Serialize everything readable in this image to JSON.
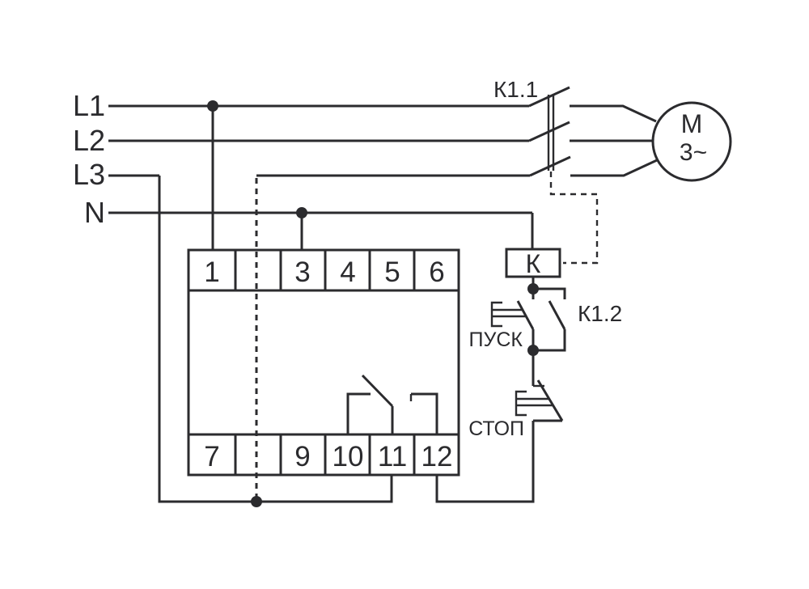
{
  "colors": {
    "ink": "#2b2b2e",
    "paper": "#ffffff"
  },
  "power": {
    "l1": "L1",
    "l2": "L2",
    "l3": "L3",
    "n": "N"
  },
  "contactor": {
    "main_label": "К1.1",
    "aux_label": "К1.2",
    "coil_label": "К"
  },
  "buttons": {
    "start": "ПУСК",
    "stop": "СТОП"
  },
  "motor": {
    "symbol": "М",
    "phase": "3~"
  },
  "terminals": {
    "top": [
      "1",
      "",
      "3",
      "4",
      "5",
      "6"
    ],
    "bottom": [
      "7",
      "",
      "9",
      "10",
      "11",
      "12"
    ]
  }
}
